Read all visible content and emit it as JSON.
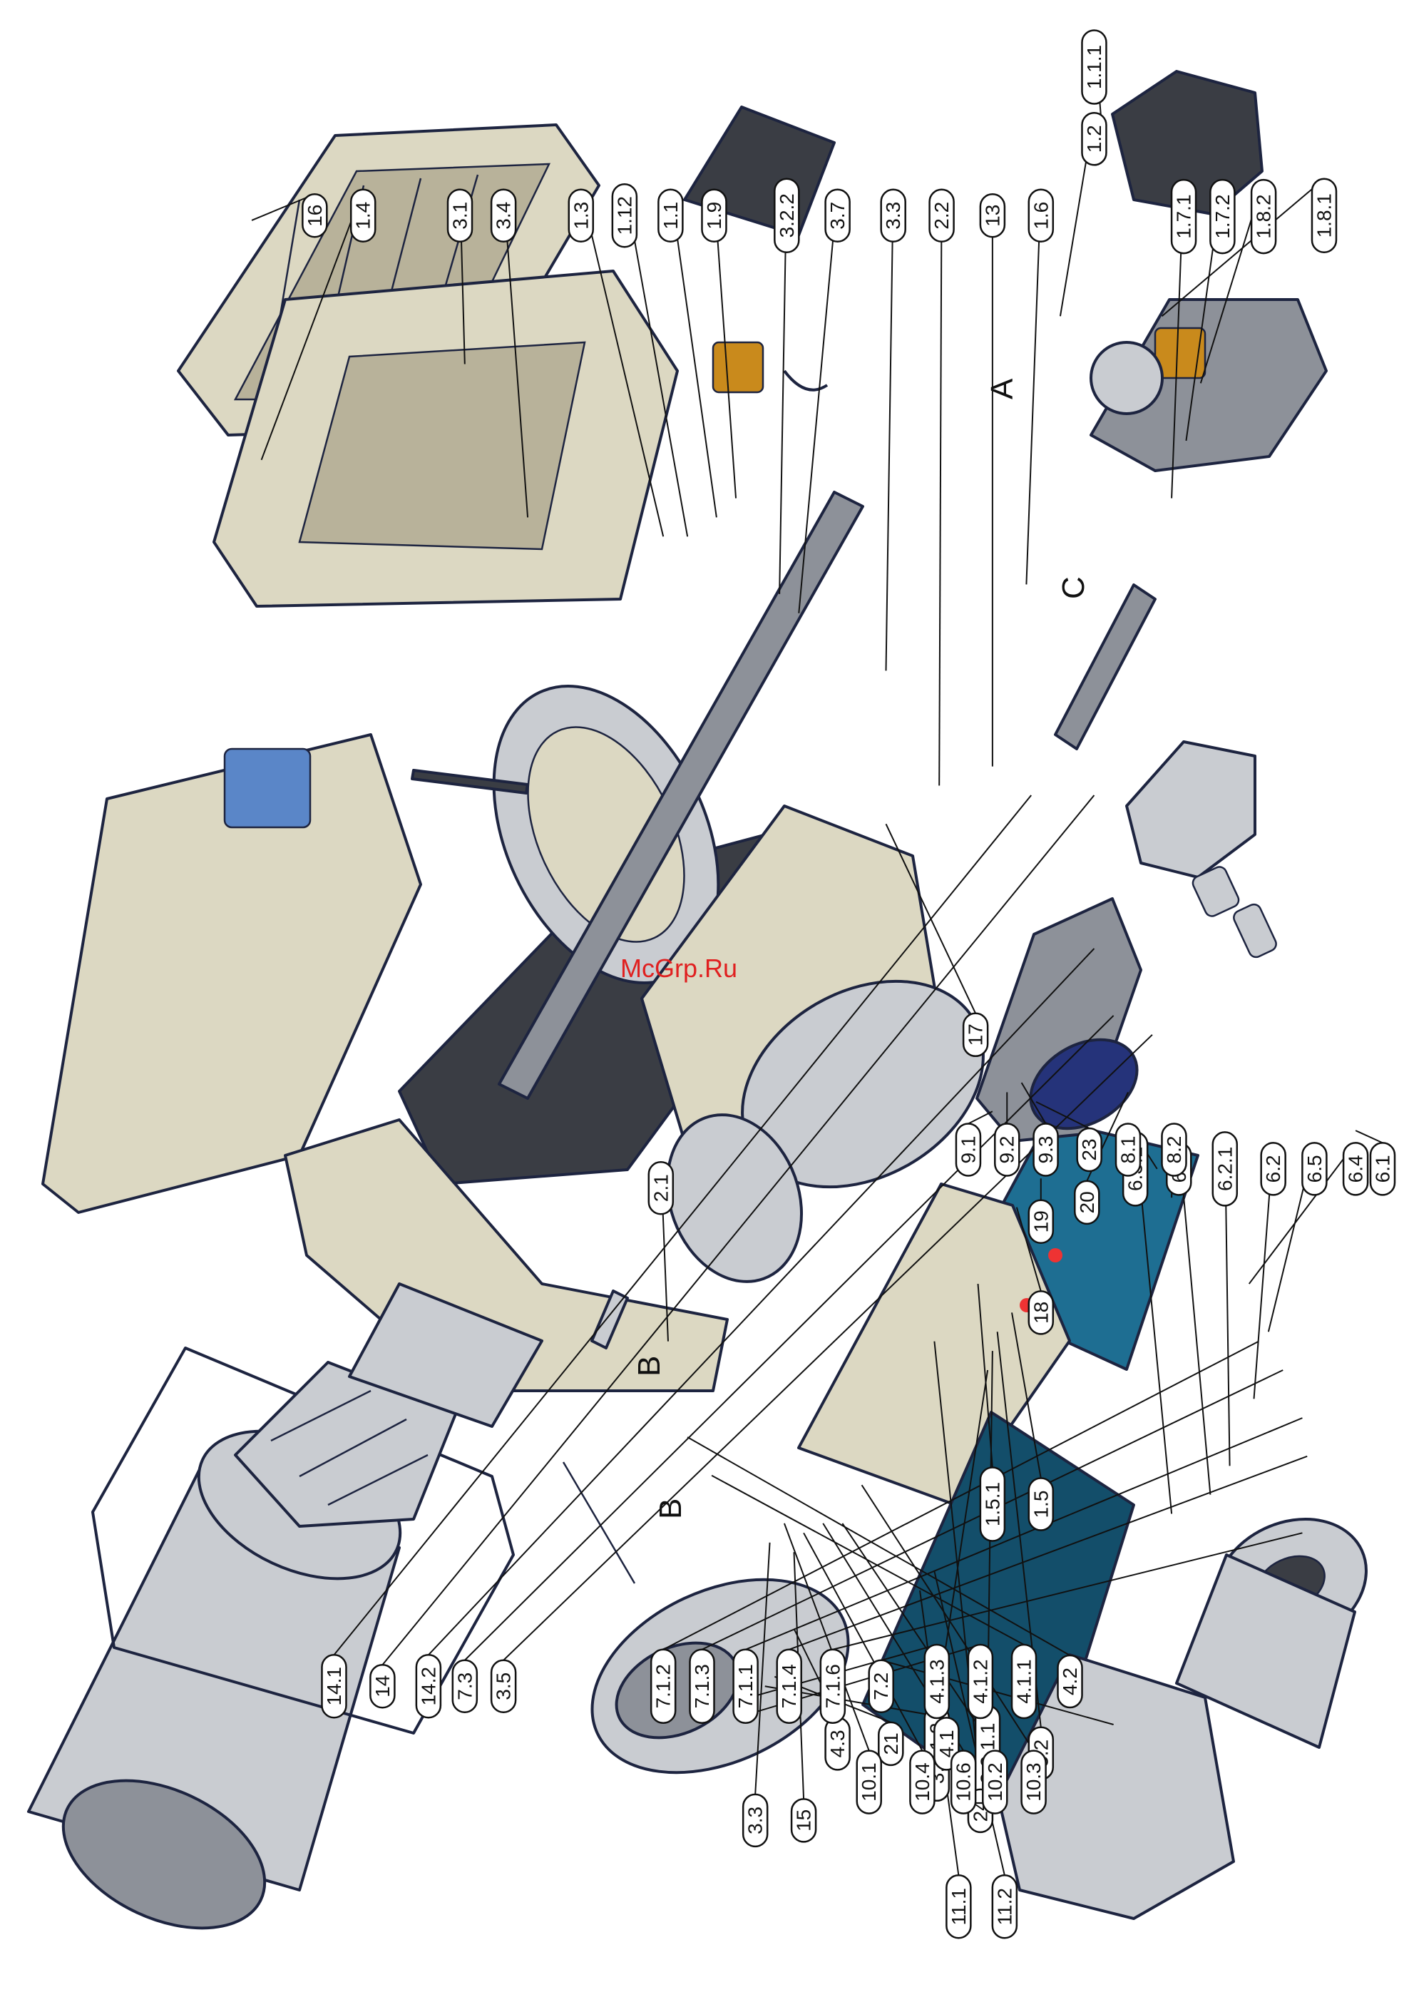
{
  "watermark": "McGrp.Ru",
  "colors": {
    "cream": "#dcd8c2",
    "cream_dark": "#b8b29a",
    "metal": "#c9ccd1",
    "metal_dark": "#8d9199",
    "dark": "#3a3d44",
    "outline": "#1d2440",
    "panel_blue": "#1e6e92",
    "panel_dark": "#134e6a",
    "orange": "#c98a1c",
    "window_blue": "#5a86c8",
    "navy": "#25337a"
  },
  "detail_letters": [
    "A",
    "B",
    "C"
  ],
  "labels": [
    "1.8.1",
    "1.8.2",
    "1.7.2",
    "1.7.1",
    "1.1.1",
    "1.2",
    "1.6",
    "13",
    "2.2",
    "3.3",
    "3.7",
    "3.2.2",
    "1.9",
    "1.1",
    "1.12",
    "1.3",
    "3.4",
    "3.1",
    "1.4",
    "16",
    "17",
    "6.1",
    "6.4",
    "6.5",
    "6.2",
    "6.2.1",
    "6.3",
    "6.3.1",
    "20",
    "19",
    "18",
    "1.5",
    "1.5.1",
    "3.2",
    "3.2.1.1",
    "3.2.1.2",
    "24",
    "15",
    "3.3",
    "11.2",
    "11.1",
    "2.1",
    "4.3",
    "21",
    "4.1",
    "4.1.3",
    "4.1.2",
    "4.1.1",
    "4.2",
    "10.1",
    "10.4",
    "10.6",
    "10.2",
    "10.3",
    "9.1",
    "9.2",
    "9.3",
    "23",
    "8.1",
    "8.2",
    "14.1",
    "14",
    "14.2",
    "7.3",
    "3.5",
    "7.1.2",
    "7.1.3",
    "7.1.1",
    "7.1.4",
    "7.1.6",
    "7.2"
  ]
}
